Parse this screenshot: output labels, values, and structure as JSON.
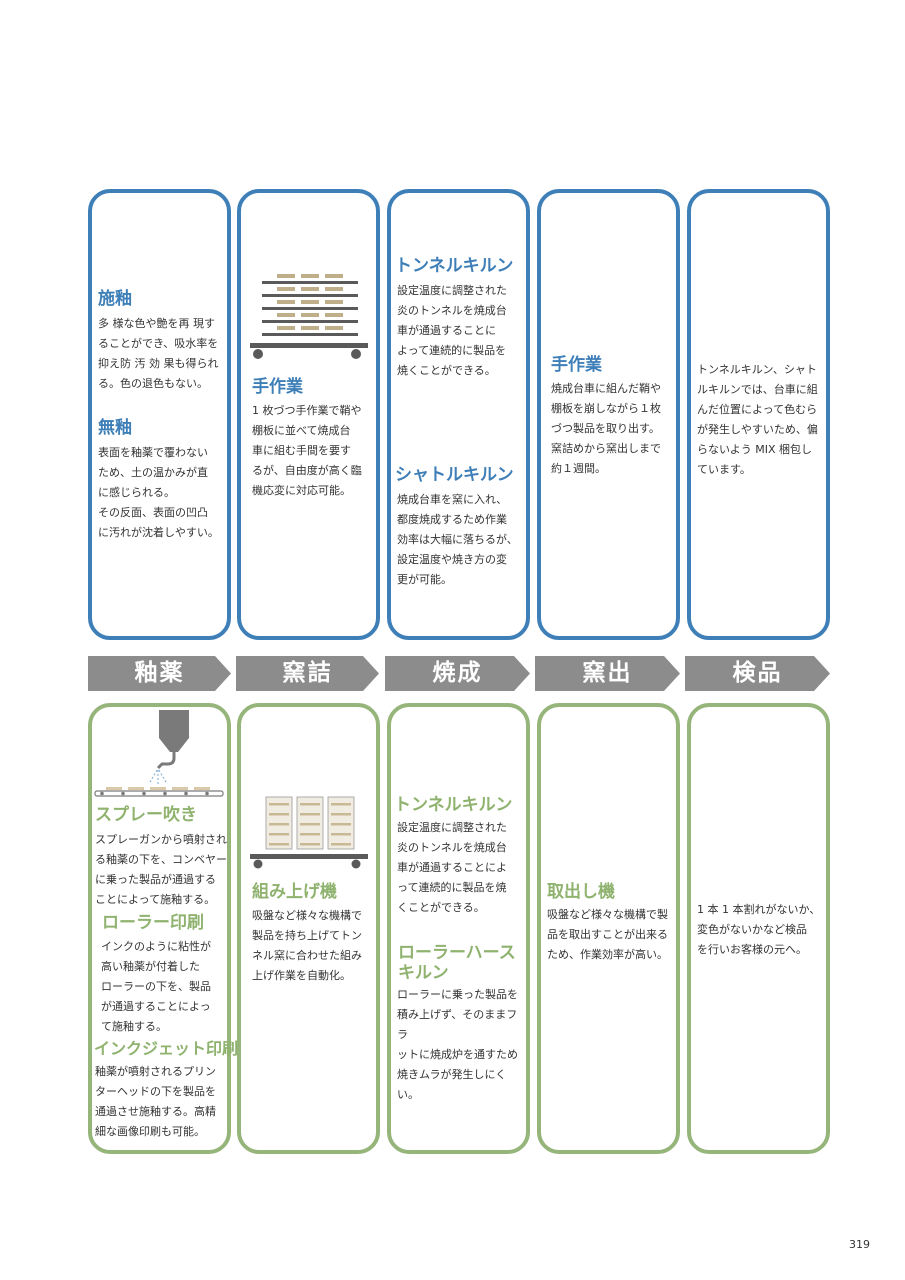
{
  "steps": {
    "s1": "釉薬",
    "s2": "窯詰",
    "s3": "焼成",
    "s4": "窯出",
    "s5": "検品"
  },
  "top": {
    "c1": {
      "h1": "施釉",
      "t1": [
        "多 様な色や艶を再 現す",
        "ることができ、吸水率を",
        "抑え防 汚 効 果も得られ",
        "る。色の退色もない。"
      ],
      "h2": "無釉",
      "t2": [
        "表面を釉薬で覆わない",
        "ため、土の温かみが直",
        "に感じられる。",
        "その反面、表面の凹凸",
        "に汚れが沈着しやすい。"
      ]
    },
    "c2": {
      "h1": "手作業",
      "t1": [
        "1 枚づつ手作業で鞘や",
        "棚板に並べて焼成台",
        "車に組む手間を要す",
        "るが、自由度が高く臨",
        "機応変に対応可能。"
      ]
    },
    "c3": {
      "h1": "トンネルキルン",
      "t1": [
        "設定温度に調整された",
        "炎のトンネルを焼成台",
        "車が通過することに",
        "よって連続的に製品を",
        "焼くことができる。"
      ],
      "h2": "シャトルキルン",
      "t2": [
        "焼成台車を窯に入れ、",
        "都度焼成するため作業",
        "効率は大幅に落ちるが、",
        "設定温度や焼き方の変",
        "更が可能。"
      ]
    },
    "c4": {
      "h1": "手作業",
      "t1": [
        "焼成台車に組んだ鞘や",
        "棚板を崩しながら１枚",
        "づつ製品を取り出す。",
        "窯詰めから窯出しまで",
        "約１週間。"
      ]
    },
    "c5": {
      "t1": [
        "トンネルキルン、シャト",
        "ルキルンでは、台車に組",
        "んだ位置によって色むら",
        "が発生しやすいため、偏",
        "らないよう MIX 梱包し",
        "ています。"
      ]
    }
  },
  "bottom": {
    "c1": {
      "h1": "スプレー吹き",
      "t1": [
        "スプレーガンから噴射され",
        "る釉薬の下を、コンベヤー",
        "に乗った製品が通過する",
        "ことによって施釉する。"
      ],
      "h2": "ローラー印刷",
      "t2": [
        "インクのように粘性が",
        "高い釉薬が付着した",
        "ローラーの下を、製品",
        "が通過することによっ",
        "て施釉する。"
      ],
      "h3": "インクジェット印刷",
      "t3": [
        "釉薬が噴射されるプリン",
        "ターヘッドの下を製品を",
        "通過させ施釉する。高精",
        "細な画像印刷も可能。"
      ]
    },
    "c2": {
      "h1": "組み上げ機",
      "t1": [
        "吸盤など様々な機構で",
        "製品を持ち上げてトン",
        "ネル窯に合わせた組み",
        "上げ作業を自動化。"
      ]
    },
    "c3": {
      "h1": "トンネルキルン",
      "t1": [
        "設定温度に調整された",
        "炎のトンネルを焼成台",
        "車が通過することによ",
        "って連続的に製品を焼",
        "くことができる。"
      ],
      "h2": "ローラーハース",
      "h2b": "キルン",
      "t2": [
        "ローラーに乗った製品を",
        "積み上げず、そのままフラ",
        "ットに焼成炉を通すため",
        "焼きムラが発生しにくい。"
      ]
    },
    "c4": {
      "h1": "取出し機",
      "t1": [
        "吸盤など様々な機構で製",
        "品を取出すことが出来る",
        "ため、作業効率が高い。"
      ]
    },
    "c5": {
      "t1": [
        "1 本 1 本割れがないか、",
        "変色がないかなど検品",
        "を行いお客様の元へ。"
      ]
    }
  },
  "page_number": "319",
  "colors": {
    "blue": "#3f7fb8",
    "green": "#96b57a",
    "arrow": "#8c8c8c"
  }
}
